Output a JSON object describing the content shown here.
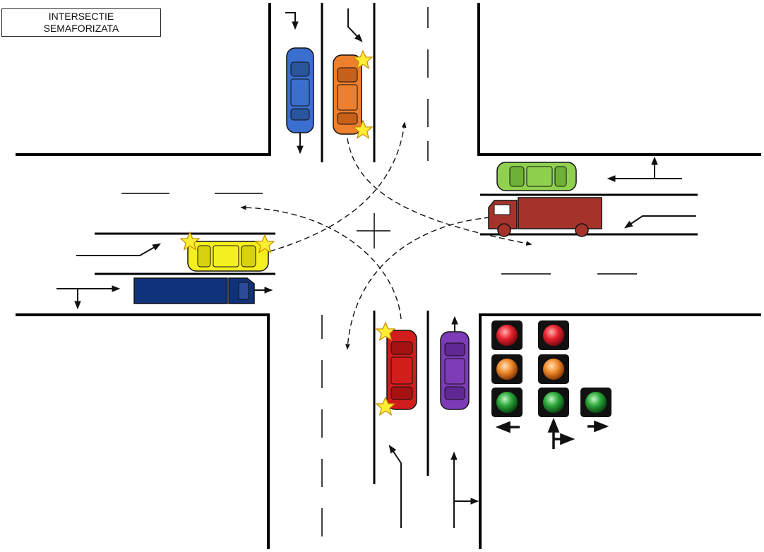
{
  "title": {
    "line1": "INTERSECTIE",
    "line2": "SEMAFORIZATA"
  },
  "vehicles": [
    {
      "name": "blue-car",
      "kind": "car",
      "color": "#3a6fd0"
    },
    {
      "name": "orange-car",
      "kind": "car",
      "color": "#ee7f2c"
    },
    {
      "name": "green-car",
      "kind": "car",
      "color": "#8fd14f"
    },
    {
      "name": "brown-truck",
      "kind": "truck",
      "color": "#a5332c"
    },
    {
      "name": "yellow-car",
      "kind": "car",
      "color": "#f4ef1e"
    },
    {
      "name": "navy-truck",
      "kind": "truck",
      "color": "#10327a"
    },
    {
      "name": "red-car",
      "kind": "car",
      "color": "#d21d1d"
    },
    {
      "name": "purple-car",
      "kind": "car",
      "color": "#7d3bb8"
    }
  ],
  "signals": {
    "heads": 3,
    "colors": {
      "red": "#e8222e",
      "amber": "#f08a2a",
      "green": "#2aa63a",
      "housing": "#111111"
    },
    "arrows": [
      "arrow-left-icon",
      "arrow-straight-right-icon",
      "arrow-right-icon"
    ]
  },
  "collision_marker_color": "#ffee33"
}
